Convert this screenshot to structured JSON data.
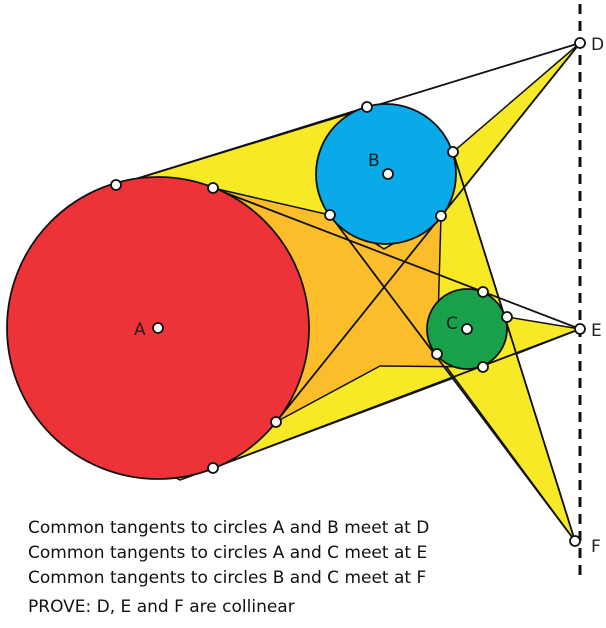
{
  "labels": {
    "a": "A",
    "b": "B",
    "c": "C",
    "d": "D",
    "e": "E",
    "f": "F"
  },
  "statements": [
    "Common tangents to circles A and B meet at D",
    "Common tangents to circles A and C meet at E",
    "Common tangents to circles B and C meet at F"
  ],
  "prove": "PROVE: D, E and F are collinear",
  "colors": {
    "circle_a": "#ee3338",
    "circle_b": "#0aa9e8",
    "circle_c": "#18a04a",
    "outer_region": "#f7e925",
    "inner_region": "#fcbd2b",
    "stroke": "#111111"
  }
}
